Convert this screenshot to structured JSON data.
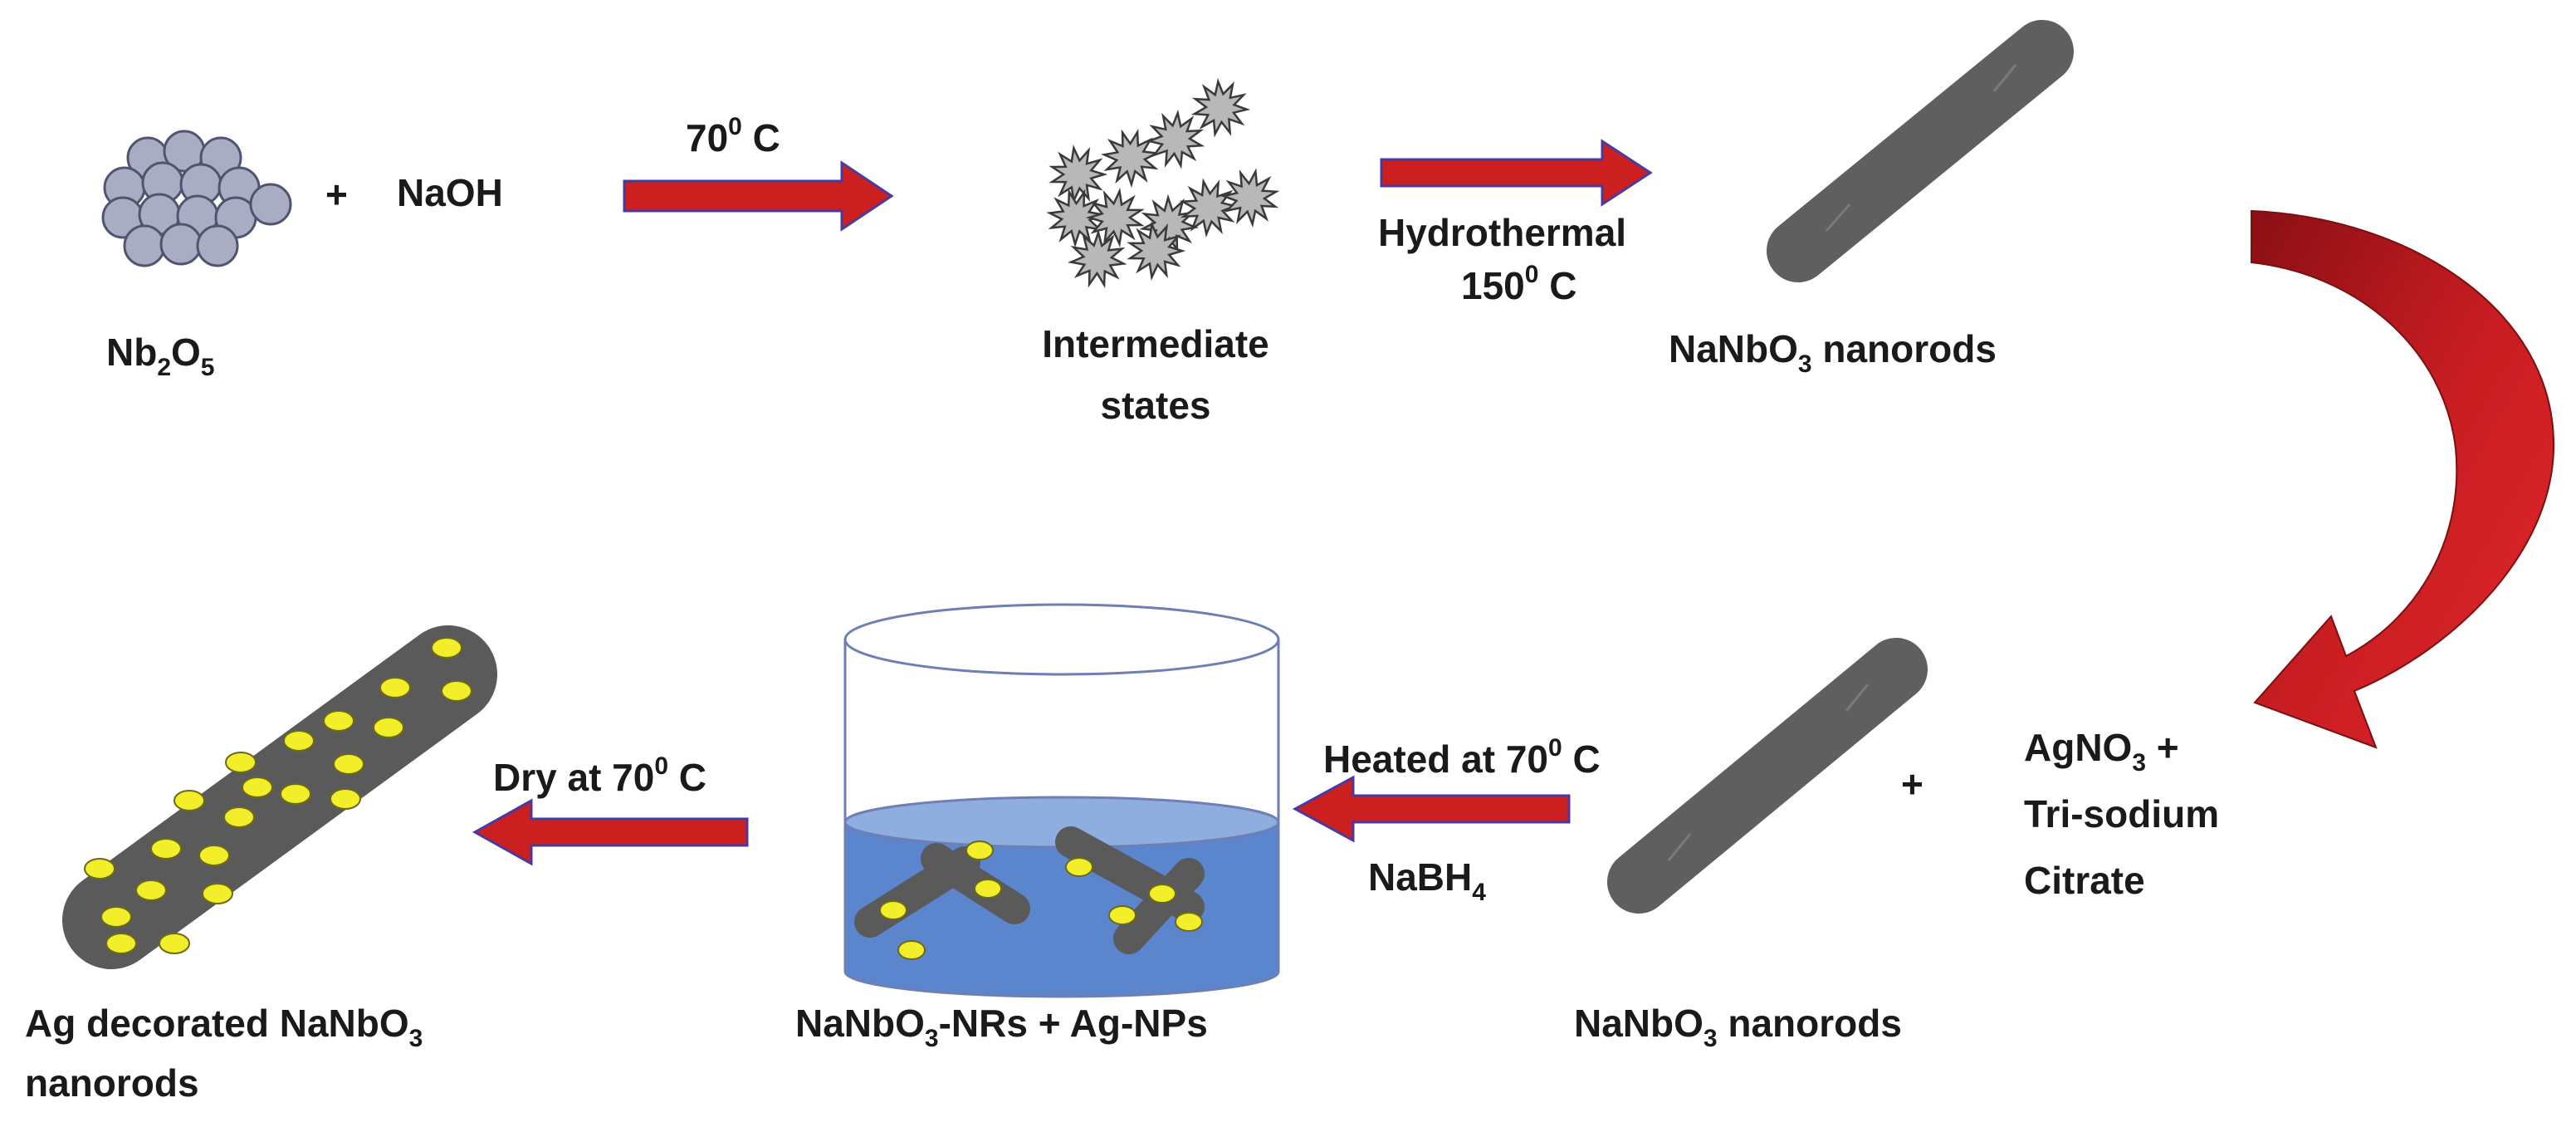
{
  "diagram": {
    "reactant": {
      "formula": "Nb",
      "sub1": "2",
      "mid": "O",
      "sub2": "5"
    },
    "plus_1": "+",
    "naoh": "NaOH",
    "step1": {
      "temp": "70",
      "sup": "0",
      "unit": " C"
    },
    "intermediate": {
      "line1": "Intermediate",
      "line2": "states"
    },
    "step2": {
      "line1": "Hydrothermal",
      "temp": "150",
      "sup": "0",
      "unit": " C"
    },
    "product_1": {
      "pre": "NaNbO",
      "sub": "3",
      "post": " nanorods"
    },
    "reagents": {
      "line1_pre": "AgNO",
      "line1_sub": "3",
      "line1_post": " +",
      "line2": "Tri-sodium",
      "line3": "Citrate"
    },
    "plus_2": "+",
    "product_2": {
      "pre": "NaNbO",
      "sub": "3",
      "post": " nanorods"
    },
    "step3": {
      "pre": "Heated at 70",
      "sup": "0",
      "unit": " C",
      "reducer_pre": "NaBH",
      "reducer_sub": "4"
    },
    "mixture": {
      "pre": "NaNbO",
      "sub": "3",
      "post": "-NRs + Ag-NPs"
    },
    "step4": {
      "pre": "Dry at 70",
      "sup": "0",
      "unit": " C"
    },
    "final": {
      "line1_pre": "Ag decorated NaNbO",
      "line1_sub": "3",
      "line2": "nanorods"
    },
    "colors": {
      "arrow_fill": "#cc1f1f",
      "arrow_stroke": "#4a3aa0",
      "nanorod": "#5f5f5f",
      "nb2o5_sphere": "#a9adc3",
      "silver_np": "#f2ee2a",
      "liquid": "#5b85cc",
      "beaker_outline": "#6f7fb5"
    }
  }
}
